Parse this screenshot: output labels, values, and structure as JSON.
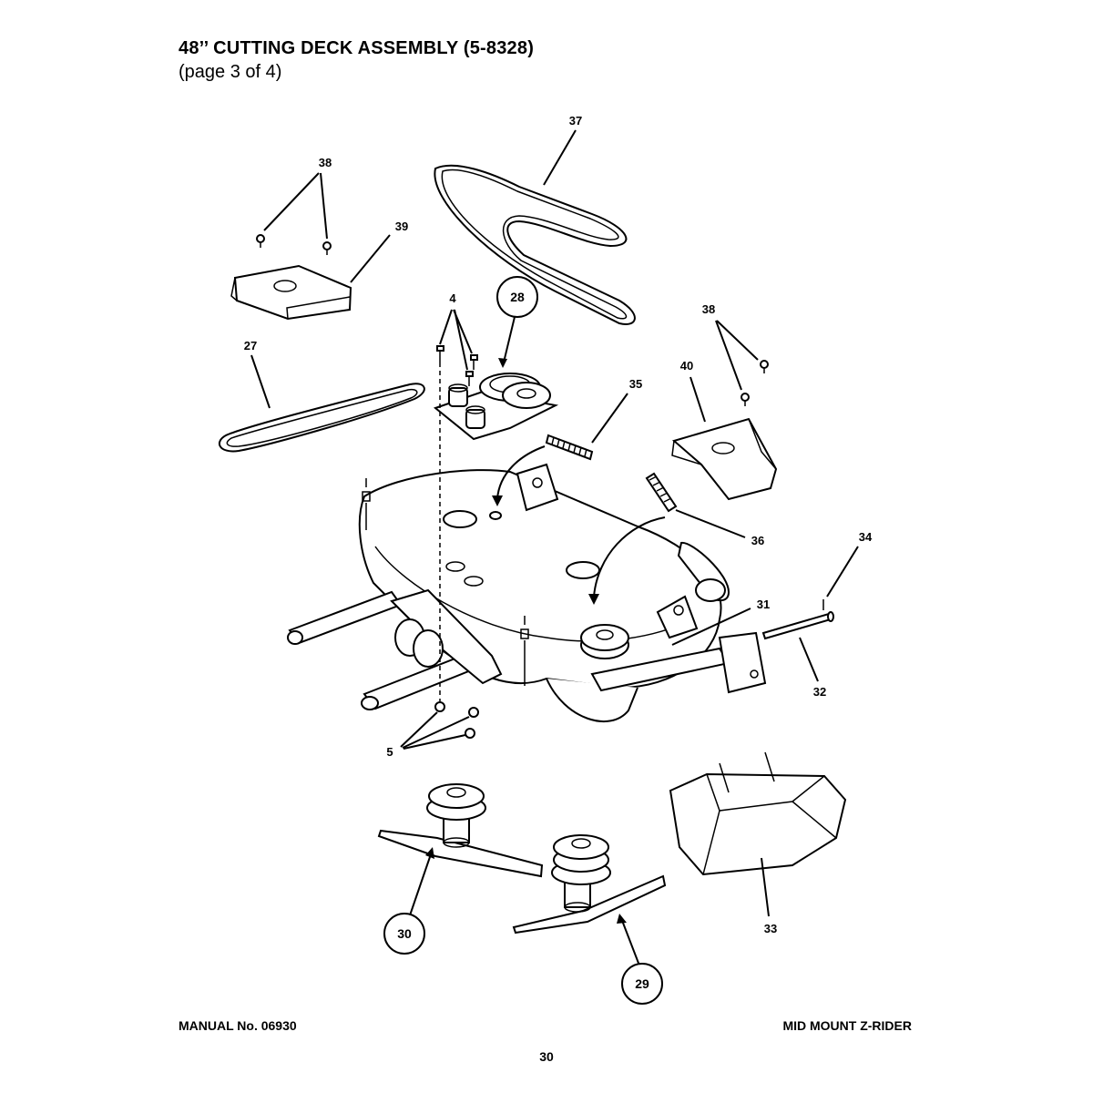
{
  "header": {
    "title": "48’’ CUTTING DECK ASSEMBLY (5-8328)",
    "subtitle": "(page 3 of 4)"
  },
  "callouts": {
    "c37": "37",
    "c38a": "38",
    "c39": "39",
    "c4": "4",
    "c28": "28",
    "c38b": "38",
    "c27": "27",
    "c35": "35",
    "c40": "40",
    "c36": "36",
    "c34": "34",
    "c31": "31",
    "c32": "32",
    "c5": "5",
    "c30": "30",
    "c29": "29",
    "c33": "33"
  },
  "footer": {
    "manual": "MANUAL No. 06930",
    "model": "MID MOUNT Z-RIDER",
    "page": "30"
  }
}
